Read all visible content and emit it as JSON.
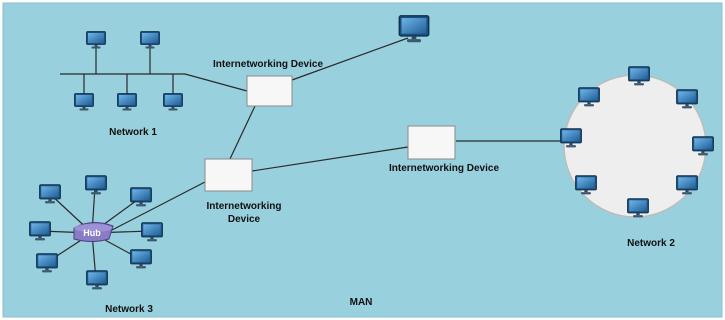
{
  "title": "MAN",
  "networks": {
    "network1": "Network 1",
    "network2": "Network 2",
    "network3": "Network 3"
  },
  "devices": {
    "device_top": "Internetworking Device",
    "device_right": "Internetworking Device",
    "device_left_line1": "Internetworking",
    "device_left_line2": "Device"
  },
  "hub": "Hub",
  "colors": {
    "background": "#99d0dd",
    "ring": "#eeeeee",
    "hub": "#8a7cc4",
    "link": "#2a2a2a",
    "monitor": "#1d5c92",
    "device_box": "#f7f7f7"
  },
  "icons": {
    "computer": "desktop-monitor-icon",
    "hub": "hub-icon",
    "device": "internetworking-device-box"
  }
}
